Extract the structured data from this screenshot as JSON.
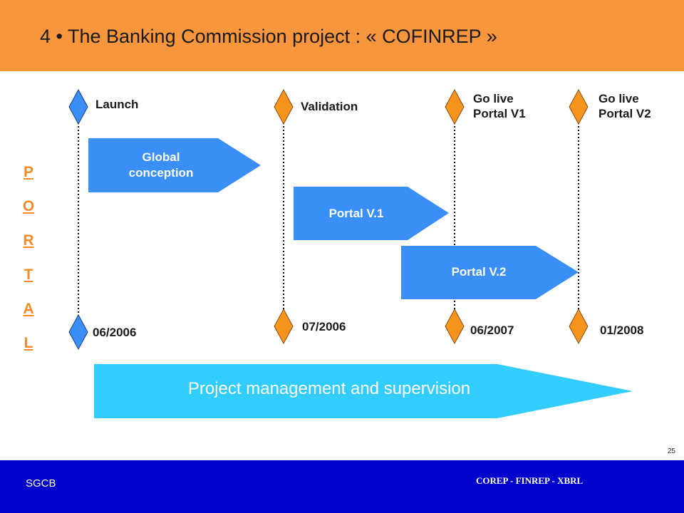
{
  "slide": {
    "title": "4 • The Banking Commission project : « COFINREP »",
    "page_number": "25"
  },
  "timeline": {
    "milestones": [
      {
        "label_lines": [
          "Launch"
        ],
        "date": "06/2006",
        "color": "#3A8FF7"
      },
      {
        "label_lines": [
          "Validation"
        ],
        "date": "07/2006",
        "color": "#F7941D"
      },
      {
        "label_lines": [
          "Go live",
          "Portal V1"
        ],
        "date": "06/2007",
        "color": "#F7941D"
      },
      {
        "label_lines": [
          "Go live",
          "Portal V2"
        ],
        "date": "01/2008",
        "color": "#F7941D"
      }
    ],
    "phases": [
      {
        "label": "Global conception",
        "color": "#3A8FF7"
      },
      {
        "label": "Portal V.1",
        "color": "#3A8FF7"
      },
      {
        "label": "Portal V.2",
        "color": "#3A8FF7"
      }
    ],
    "side_label": [
      "P",
      "O",
      "R",
      "T",
      "A",
      "L"
    ],
    "side_label_color": "#F28C28"
  },
  "project_management": {
    "label": "Project management and supervision",
    "color": "#33CCFF"
  },
  "footer": {
    "left": "SGCB",
    "right": "COREP - FINREP - XBRL"
  }
}
